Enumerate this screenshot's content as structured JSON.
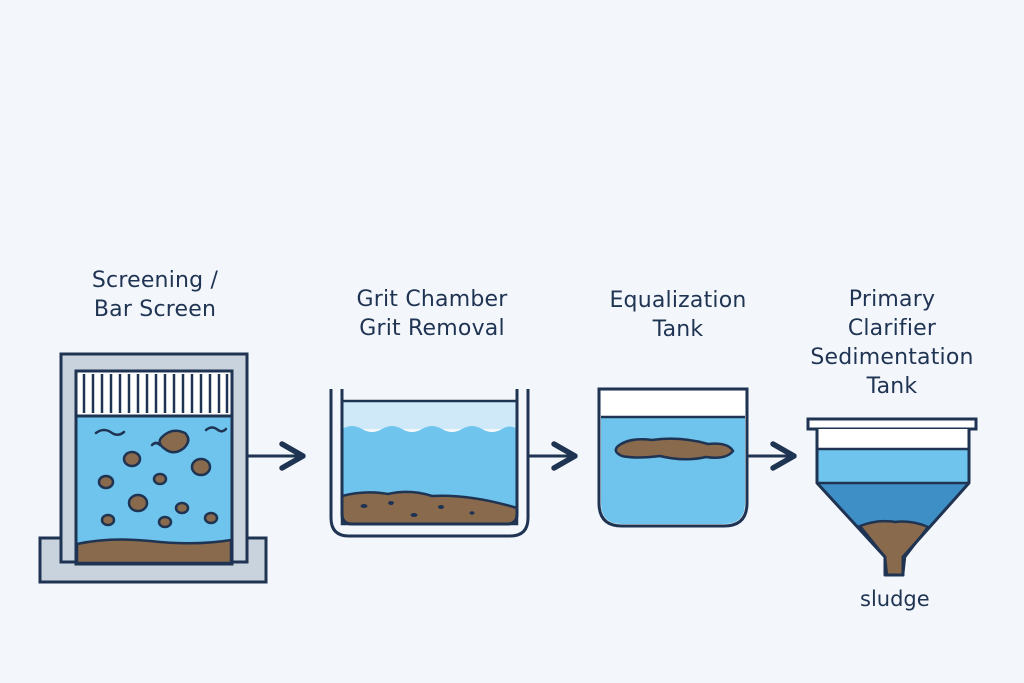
{
  "stages": [
    {
      "line1": "Screening /",
      "line2": "Bar Screen"
    },
    {
      "line1": "Grit Chamber",
      "line2": "Grit Removal"
    },
    {
      "line1": "Equalization",
      "line2": "Tank"
    },
    {
      "line1": "Primary",
      "line2": "Clarifier",
      "line3": "Sedimentation",
      "line4": "Tank"
    }
  ],
  "sludge_label": "sludge",
  "colors": {
    "outline": "#1f3352",
    "water": "#6ec4ec",
    "water_light": "#cfe9f8",
    "water_deep": "#3f8fc7",
    "sludge": "#8a6a4c",
    "frame": "#c9d3de",
    "background": "#f3f7fb"
  }
}
